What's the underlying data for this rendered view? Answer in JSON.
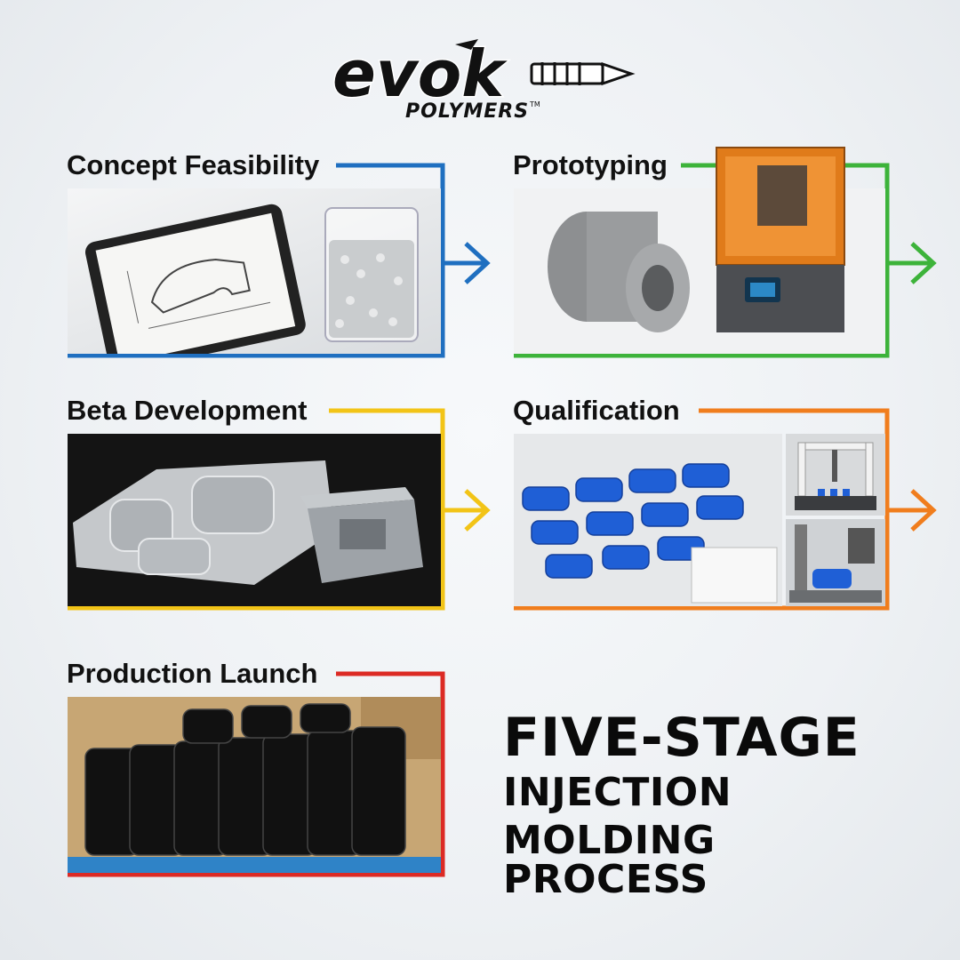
{
  "brand": {
    "name": "evok",
    "sub": "POLYMERS",
    "tm": "TM"
  },
  "stages": [
    {
      "id": "concept",
      "title": "Concept Feasibility",
      "color": "#1f6fc0"
    },
    {
      "id": "proto",
      "title": "Prototyping",
      "color": "#3db33a"
    },
    {
      "id": "beta",
      "title": "Beta Development",
      "color": "#f2c417"
    },
    {
      "id": "qual",
      "title": "Qualification",
      "color": "#f07d1d"
    },
    {
      "id": "prod",
      "title": "Production Launch",
      "color": "#dc2a24"
    }
  ],
  "headline": {
    "line1": "FIVE-STAGE",
    "line2": "INJECTION",
    "line3": "MOLDING PROCESS"
  }
}
